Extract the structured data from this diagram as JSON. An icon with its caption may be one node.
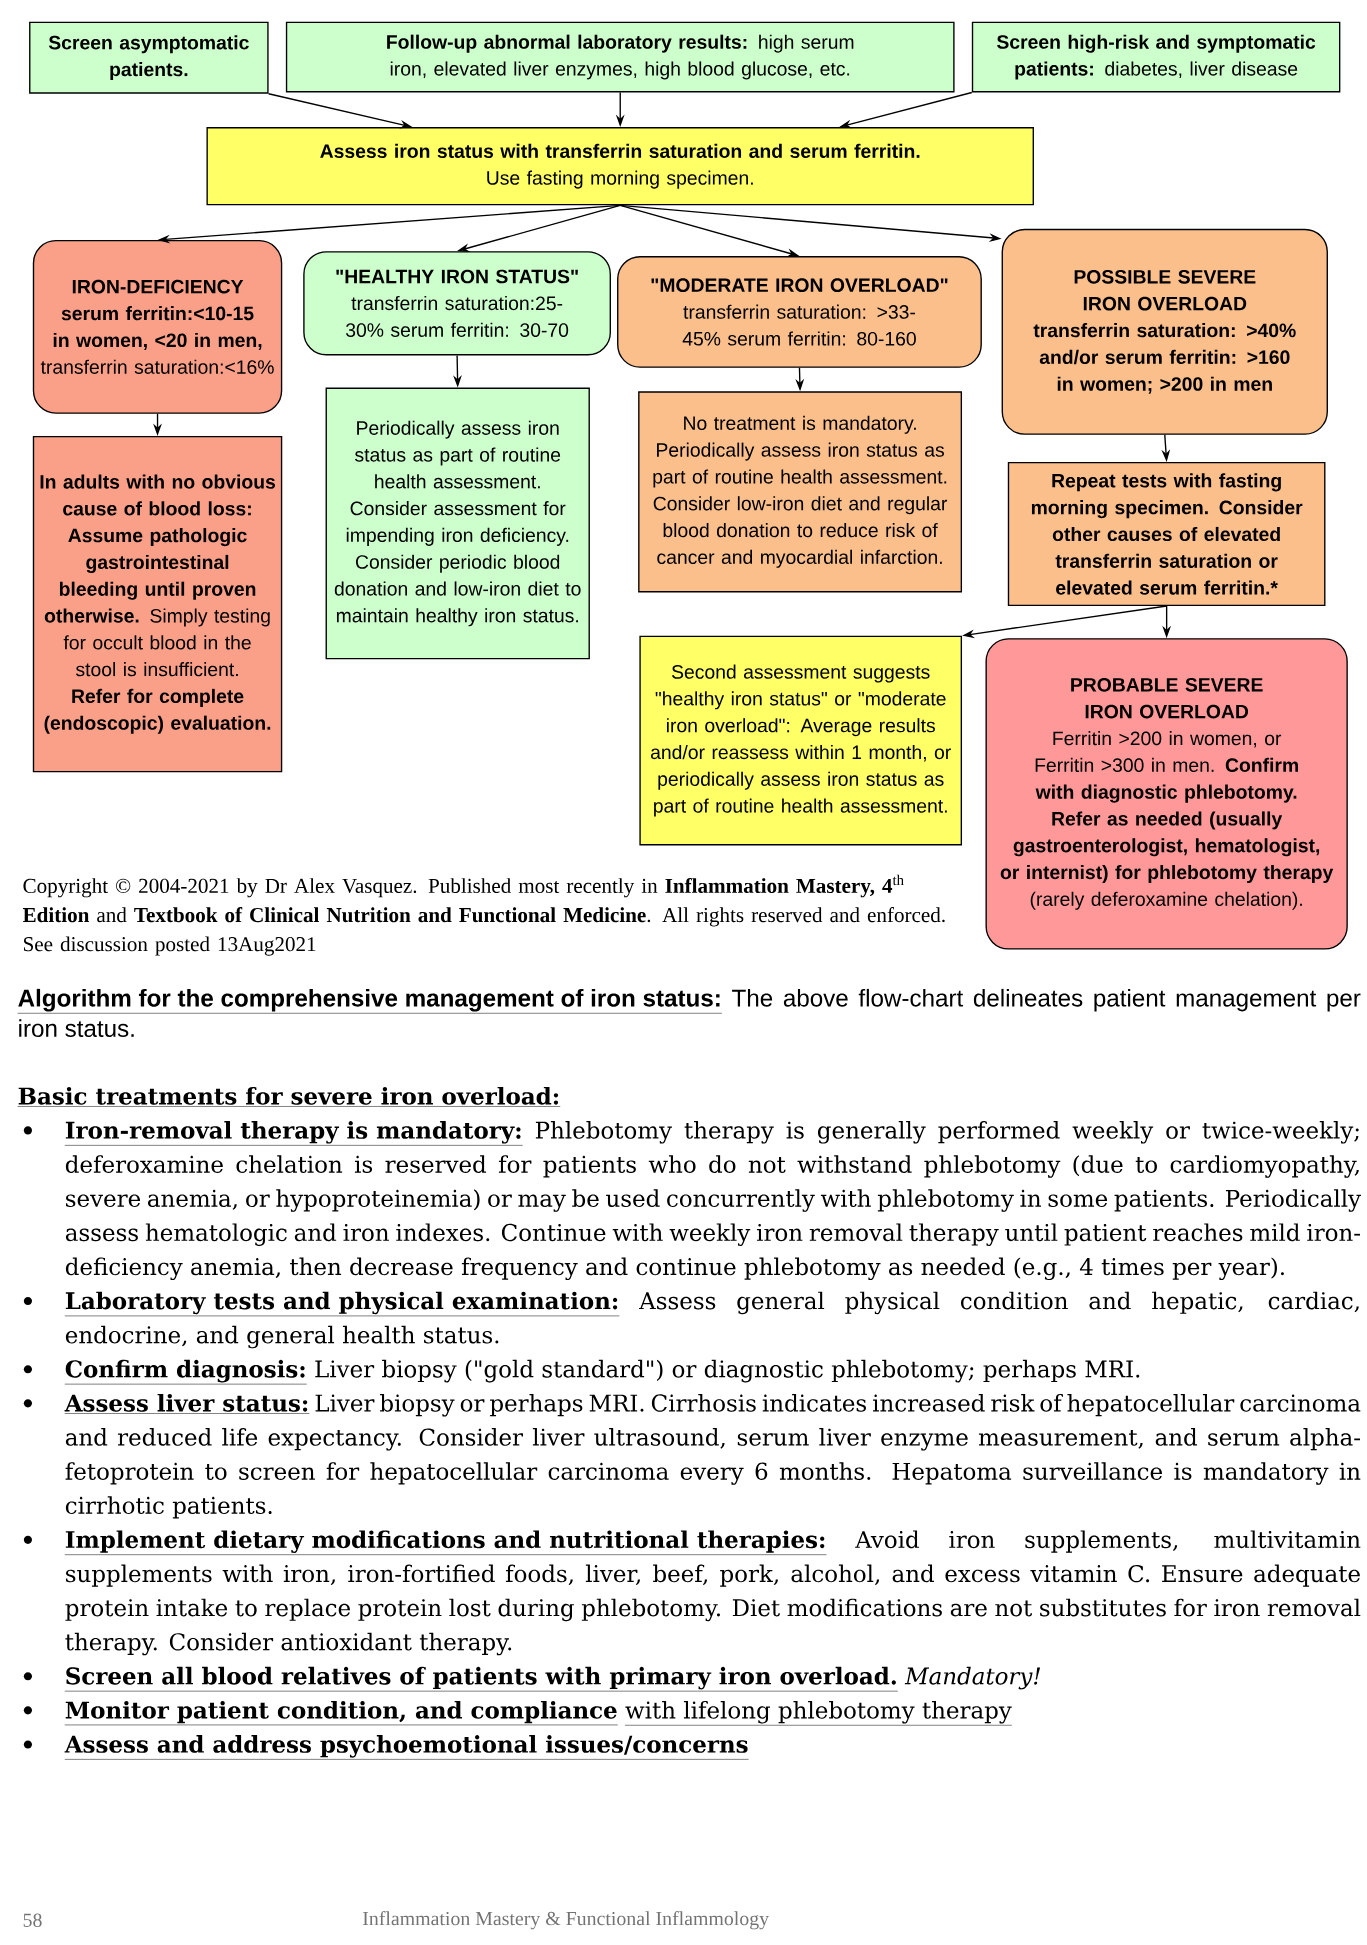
{
  "diagram": {
    "nodes": [
      {
        "text": [
          "Screen asymptomatic patients."
        ]
      },
      {
        "text": [
          "**Follow-up abnormal laboratory results:** high serum iron, elevated liver enzymes, high blood glucose, etc."
        ]
      },
      {
        "text": [
          "**Screen high-risk and symptomatic patients:** diabetes, liver disease"
        ]
      },
      {
        "text": [
          "Assess iron status with transferrin saturation and serum ferritin.",
          "Use fasting morning specimen."
        ]
      },
      {
        "text": [
          "IRON-DEFICIENCY",
          "**serum ferritin:<10-15 in women, <20 in men,** transferrin saturation:<16%"
        ]
      },
      {
        "text": [
          "\"HEALTHY IRON STATUS\"",
          "transferrin saturation:25-30% serum ferritin: 30-70"
        ]
      },
      {
        "text": [
          "\"MODERATE IRON OVERLOAD\"",
          "transferrin saturation: >33-45% serum ferritin: 80-160"
        ]
      },
      {
        "text": [
          "POSSIBLE SEVERE IRON OVERLOAD",
          "transferrin saturation: >40% and/or serum ferritin: >160 in women; >200 in men"
        ]
      },
      {
        "text": [
          "**In adults with no obvious cause of blood loss: Assume pathologic gastrointestinal bleeding until proven otherwise.** Simply testing for occult blood in the stool is insufficient. **Refer for complete (endoscopic) evaluation.**"
        ]
      },
      {
        "text": [
          "Periodically assess iron status as part of routine health assessment. Consider assessment for impending iron deficiency. Consider periodic blood donation and low-iron diet to maintain healthy iron status."
        ]
      },
      {
        "text": [
          "No treatment is mandatory. Periodically assess iron status as part of routine health assessment. Consider low-iron diet and regular blood donation to reduce risk of cancer and myocardial infarction."
        ]
      },
      {
        "text": [
          "Repeat tests with fasting morning specimen. Consider other causes of elevated transferrin saturation or elevated serum ferritin.*"
        ]
      },
      {
        "text": [
          "Second assessment suggests \"healthy iron status\" or \"moderate iron overload\": Average results and/or reassess within 1 month, or periodically assess iron status as part of routine health assessment."
        ]
      },
      {
        "text": [
          "PROBABLE SEVERE IRON OVERLOAD",
          "Ferritin >200 in women, or Ferritin >300 in men. **Confirm with diagnostic phlebotomy. Refer as needed (usually gastroenterologist, hematologist, or internist) for phlebotomy therapy** (rarely deferoxamine chelation)."
        ]
      }
    ],
    "edges": [
      {
        "from": 0,
        "to": 3,
        "arrow": "to"
      },
      {
        "from": 1,
        "to": 3,
        "arrow": "to"
      },
      {
        "from": 2,
        "to": 3,
        "arrow": "to"
      },
      {
        "from": 3,
        "to": 4,
        "arrow": "to"
      },
      {
        "from": 3,
        "to": 5,
        "arrow": "to"
      },
      {
        "from": 3,
        "to": 6,
        "arrow": "to"
      },
      {
        "from": 3,
        "to": 7,
        "arrow": "to"
      },
      {
        "from": 4,
        "to": 8,
        "arrow": "to"
      },
      {
        "from": 5,
        "to": 9,
        "arrow": "to"
      },
      {
        "from": 6,
        "to": 10,
        "arrow": "to"
      },
      {
        "from": 7,
        "to": 11,
        "arrow": "to"
      },
      {
        "from": 11,
        "to": 12,
        "arrow": "to"
      },
      {
        "from": 11,
        "to": 13,
        "arrow": "to"
      }
    ],
    "labels": [
      "Copyright © 2004-2021 by Dr Alex Vasquez. Published most recently in **Inflammation Mastery, 4**$^{th}$ **Edition** and **Textbook of Clinical Nutrition and Functional Medicine**. All rights reserved and enforced. See discussion posted 13Aug2021",
      "Algorithm for the comprehensive management of iron status:",
      "The above flow-chart delineates patient management per iron status.",
      "Basic treatments for severe iron overload:",
      "Iron-removal therapy is mandatory:",
      "Phlebotomy therapy is generally performed weekly or twice-weekly; deferoxamine chelation is reserved for patients who do not withstand phlebotomy (due to cardiomyopathy, severe anemia, or hypoproteinemia) or may be used concurrently with phlebotomy in some patients. Periodically assess hematologic and iron indexes. Continue with weekly iron removal therapy until patient reaches mild iron-deficiency anemia, then decrease frequency and continue phlebotomy as needed (e.g., 4 times per year).",
      "Laboratory tests and physical examination:",
      "Assess general physical condition and hepatic, cardiac, endocrine, and general health status.",
      "Confirm diagnosis:",
      "Liver biopsy (\"gold standard\") or diagnostic phlebotomy; perhaps MRI.",
      "Assess liver status:",
      "Liver biopsy or perhaps MRI. Cirrhosis indicates increased risk of hepatocellular carcinoma and reduced life expectancy. Consider liver ultrasound, serum liver enzyme measurement, and serum alpha-fetoprotein to screen for hepatocellular carcinoma every 6 months. Hepatoma surveillance is mandatory in cirrhotic patients.",
      "Implement dietary modifications and nutritional therapies:",
      "Avoid iron supplements, multivitamin supplements with iron, iron-fortified foods, liver, beef, pork, alcohol, and excess vitamin C. Ensure adequate protein intake to replace protein lost during phlebotomy. Diet modifications are not substitutes for iron removal therapy. Consider antioxidant therapy.",
      "Screen all blood relatives of patients with primary iron overload.",
      "Mandatory!",
      "Monitor patient condition, and compliance",
      "with lifelong phlebotomy therapy",
      "Assess and address psychoemotional issues/concerns",
      "58",
      "Inflammation Mastery & Functional Inflammology"
    ]
  }
}
